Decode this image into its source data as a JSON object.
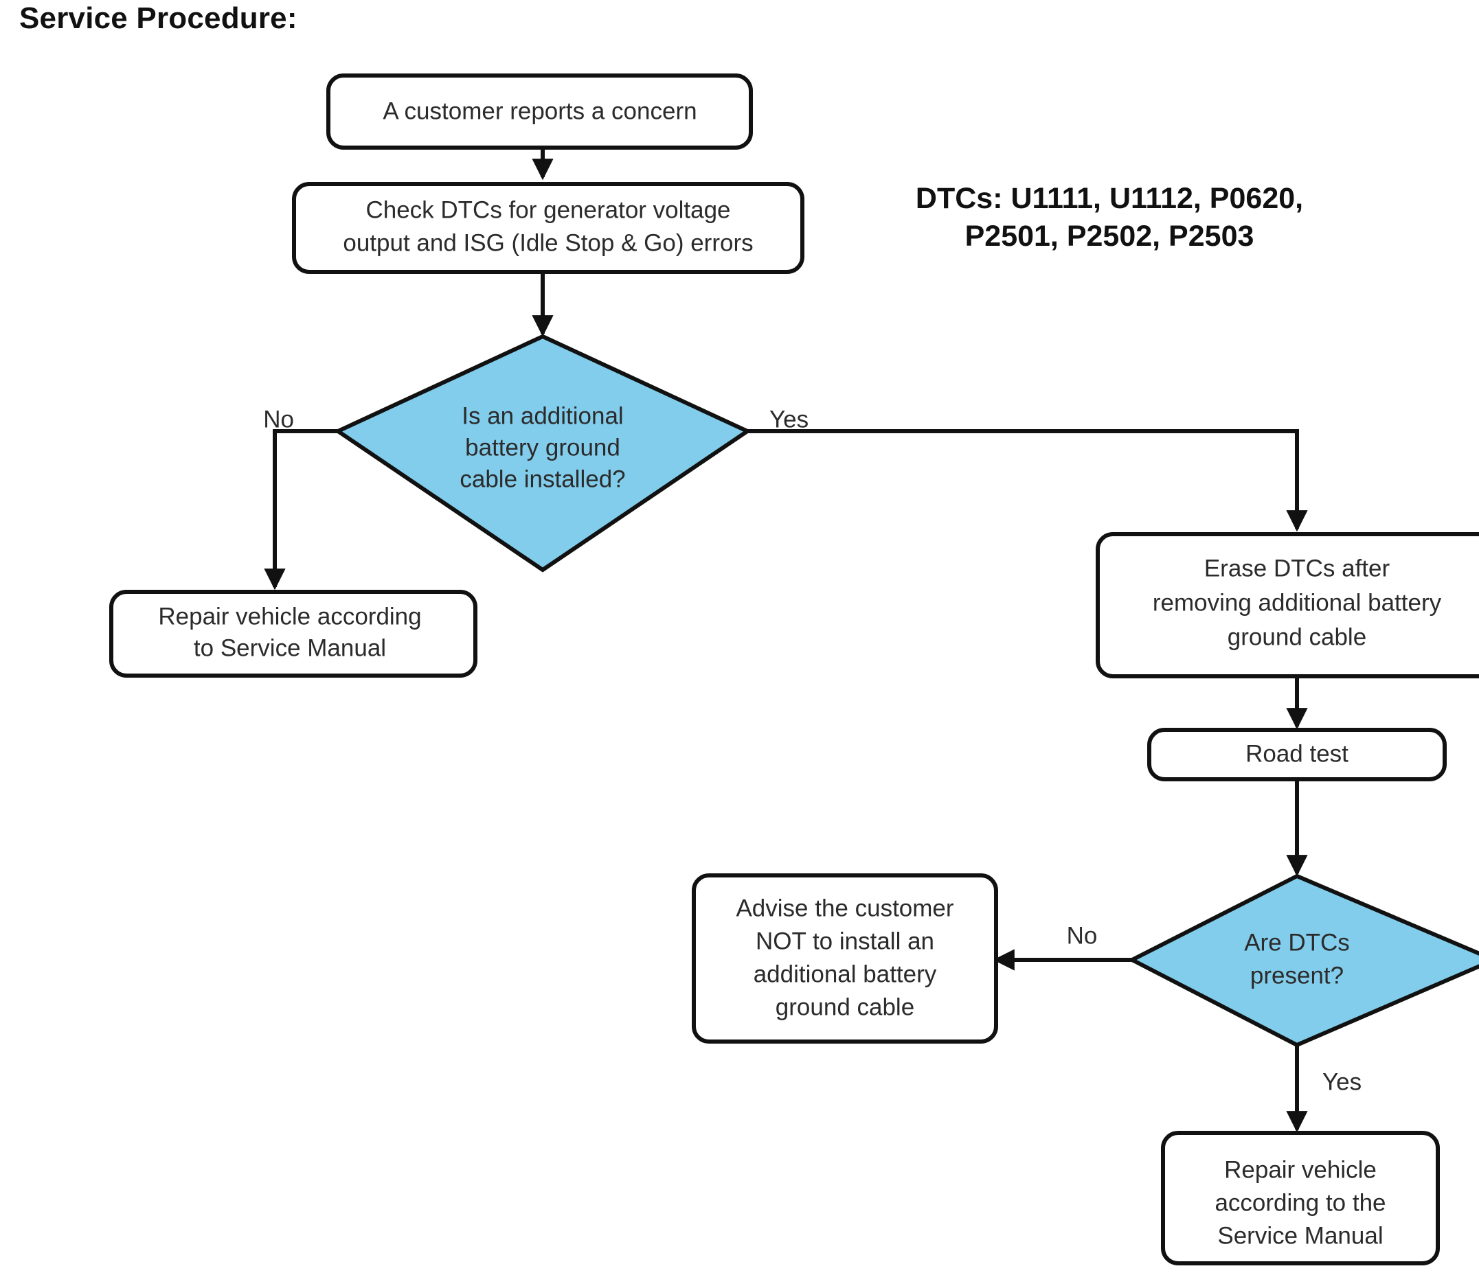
{
  "title": "Service Procedure:",
  "note": {
    "line1": "DTCs: U1111, U1112, P0620,",
    "line2": "P2501, P2502, P2503"
  },
  "chart_data": {
    "type": "diagram",
    "diagram_kind": "flowchart",
    "title": "Service Procedure:",
    "colors": {
      "process_fill": "#ffffff",
      "decision_fill": "#82cdec",
      "stroke": "#111111",
      "text": "#2b2b2b"
    },
    "nodes": [
      {
        "id": "start",
        "shape": "process",
        "lines": [
          "A customer reports a concern"
        ]
      },
      {
        "id": "check_dtcs",
        "shape": "process",
        "lines": [
          "Check DTCs for generator voltage",
          "output and ISG (Idle Stop & Go) errors"
        ]
      },
      {
        "id": "q_cable",
        "shape": "decision",
        "lines": [
          "Is an additional",
          "battery ground",
          "cable installed?"
        ]
      },
      {
        "id": "repair_left",
        "shape": "process",
        "lines": [
          "Repair vehicle according",
          "to Service Manual"
        ]
      },
      {
        "id": "erase_dtcs",
        "shape": "process",
        "lines": [
          "Erase DTCs after",
          "removing additional battery",
          "ground cable"
        ]
      },
      {
        "id": "road_test",
        "shape": "process",
        "lines": [
          "Road test"
        ]
      },
      {
        "id": "q_dtcs",
        "shape": "decision",
        "lines": [
          "Are DTCs",
          "present?"
        ]
      },
      {
        "id": "advise",
        "shape": "process",
        "lines": [
          "Advise the customer",
          "NOT to install an",
          "additional battery",
          "ground cable"
        ]
      },
      {
        "id": "repair_right",
        "shape": "process",
        "lines": [
          "Repair vehicle",
          "according to the",
          "Service Manual"
        ]
      }
    ],
    "edges": [
      {
        "from": "start",
        "to": "check_dtcs",
        "label": ""
      },
      {
        "from": "check_dtcs",
        "to": "q_cable",
        "label": ""
      },
      {
        "from": "q_cable",
        "to": "repair_left",
        "label": "No"
      },
      {
        "from": "q_cable",
        "to": "erase_dtcs",
        "label": "Yes"
      },
      {
        "from": "erase_dtcs",
        "to": "road_test",
        "label": ""
      },
      {
        "from": "road_test",
        "to": "q_dtcs",
        "label": ""
      },
      {
        "from": "q_dtcs",
        "to": "advise",
        "label": "No"
      },
      {
        "from": "q_dtcs",
        "to": "repair_right",
        "label": "Yes"
      }
    ],
    "annotations": [
      "DTCs: U1111, U1112, P0620, P2501, P2502, P2503"
    ]
  },
  "nodes": {
    "start": {
      "l1": "A customer reports a concern"
    },
    "check_dtcs": {
      "l1": "Check DTCs for generator voltage",
      "l2": "output and ISG (Idle Stop & Go) errors"
    },
    "q_cable": {
      "l1": "Is an additional",
      "l2": "battery ground",
      "l3": "cable installed?"
    },
    "repair_left": {
      "l1": "Repair vehicle according",
      "l2": "to Service Manual"
    },
    "erase_dtcs": {
      "l1": "Erase DTCs after",
      "l2": "removing additional battery",
      "l3": "ground cable"
    },
    "road_test": {
      "l1": "Road test"
    },
    "q_dtcs": {
      "l1": "Are DTCs",
      "l2": "present?"
    },
    "advise": {
      "l1": "Advise the customer",
      "l2": "NOT to install an",
      "l3": "additional battery",
      "l4": "ground cable"
    },
    "repair_right": {
      "l1": "Repair vehicle",
      "l2": "according to the",
      "l3": "Service Manual"
    }
  },
  "labels": {
    "no_1": "No",
    "yes_1": "Yes",
    "no_2": "No",
    "yes_2": "Yes"
  }
}
